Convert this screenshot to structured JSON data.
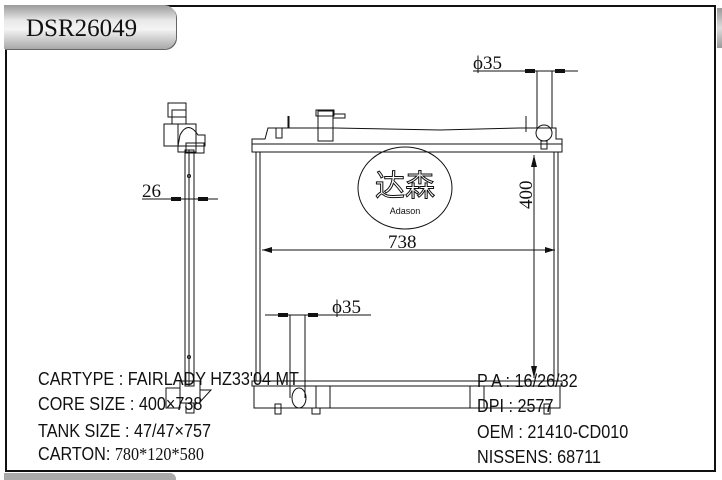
{
  "title": "DSR26049",
  "drawing": {
    "logo_text": "达森",
    "logo_subtext": "Adason",
    "dim_thickness": "26",
    "dim_width": "738",
    "dim_height": "400",
    "dim_top_pipe": "ϕ35",
    "dim_bottom_pipe": "ϕ35"
  },
  "specs_left": [
    {
      "label": "CARTYPE : ",
      "value": "FAIRLADY HZ33'04 MT"
    },
    {
      "label": "CORE SIZE : ",
      "value": "400×738"
    },
    {
      "label": "TANK SIZE : ",
      "value": "47/47×757"
    },
    {
      "label": "CARTON: ",
      "value": "780*120*580"
    }
  ],
  "specs_right": [
    {
      "label": "P A : ",
      "value": "16/26/32"
    },
    {
      "label": "DPI : ",
      "value": "2577"
    },
    {
      "label": "OEM : ",
      "value": "21410-CD010"
    },
    {
      "label": "NISSENS: ",
      "value": "68711"
    }
  ]
}
